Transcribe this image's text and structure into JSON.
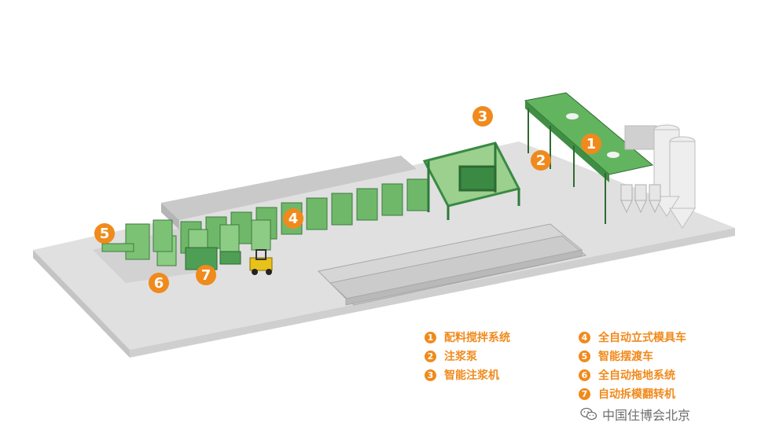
{
  "markers": [
    {
      "num": "1",
      "label": "配料搅拌系统"
    },
    {
      "num": "2",
      "label": "注浆泵"
    },
    {
      "num": "3",
      "label": "智能注浆机"
    },
    {
      "num": "4",
      "label": "全自动立式模具车"
    },
    {
      "num": "5",
      "label": "智能摆渡车"
    },
    {
      "num": "6",
      "label": "全自动拖地系统"
    },
    {
      "num": "7",
      "label": "自动拆模翻转机"
    }
  ],
  "watermark": {
    "text": "中国住博会北京",
    "icon": "wechat-icon"
  },
  "colors": {
    "marker": "#f08a1c",
    "floor": "#dcdcdc",
    "equipment": "#5aaa60"
  }
}
